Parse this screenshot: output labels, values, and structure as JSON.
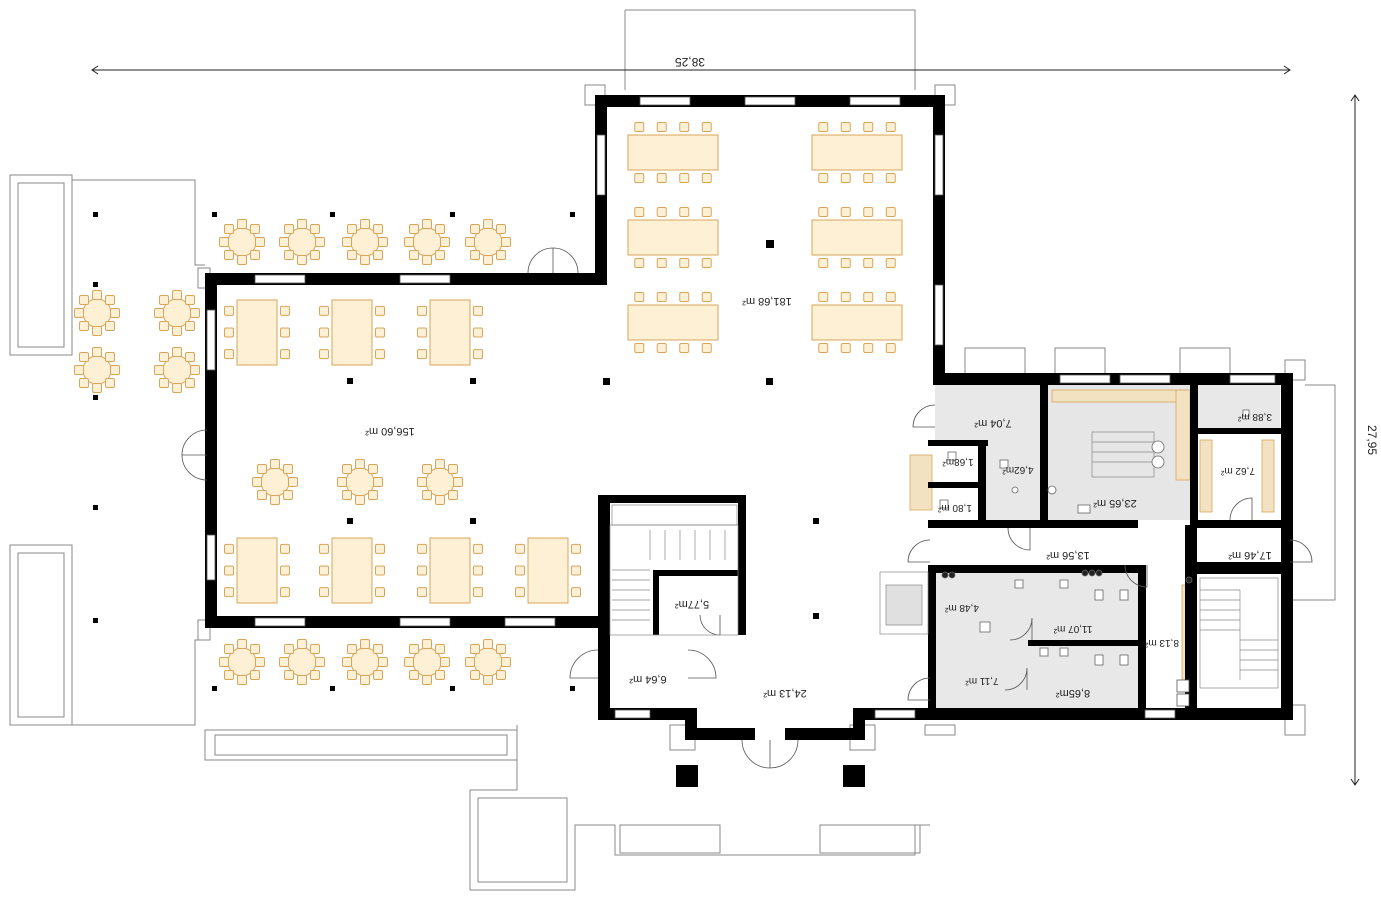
{
  "colors": {
    "wall": "#000000",
    "furniture_fill": "#fdf0d5",
    "furniture_stroke": "#d9a55b",
    "tile_fill": "#e8e8e8",
    "kitchen_fill": "#e6e6e6",
    "counter_fill": "#f3e2c2",
    "window": "#bcd8ea",
    "line": "#777777"
  },
  "dimensions": {
    "width": "38,25",
    "depth": "27,95"
  },
  "rooms": {
    "hall_large": "181,68 m²",
    "hall_main": "156,60 m²",
    "entrance": "24,13 m²",
    "vestibule": "6,64 m²",
    "storage_stair": "5,77m²",
    "prep": "7,04 m²",
    "kitchen": "23,65 m²",
    "room_462": "4,62m²",
    "room_168": "1,68m²",
    "room_180": "1,80 m²",
    "room_388": "3,88 m²",
    "room_762": "7,62 m²",
    "corridor_1356": "13,56 m²",
    "corridor_1746": "17,46 m²",
    "room_448": "4,48 m²",
    "wc_1107": "11,07 m²",
    "room_813": "8,13 m²",
    "room_711": "7,11 m²",
    "wc_865": "8,65m²"
  }
}
